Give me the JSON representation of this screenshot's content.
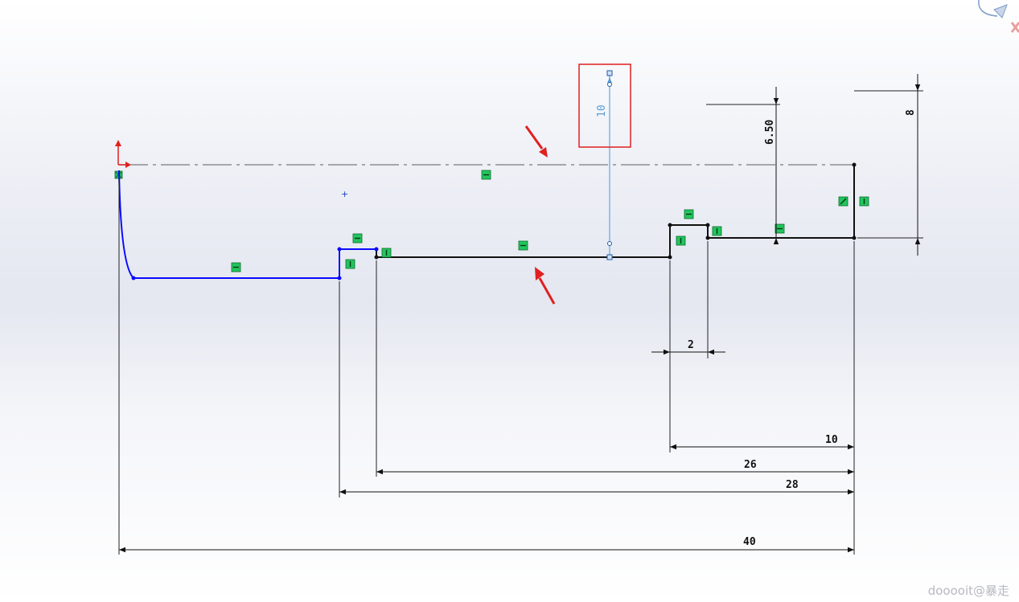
{
  "dimensions": {
    "d_10_vertical": "10",
    "d_6_50": "6.50",
    "d_8": "8",
    "d_2": "2",
    "d_10_horizontal": "10",
    "d_26": "26",
    "d_28": "28",
    "d_40": "40"
  },
  "watermark": "dooooit@暴走",
  "colors": {
    "sketch_line": "#0a0aff",
    "fully_defined": "#111111",
    "relation_badge": "#22c55e",
    "highlight_box": "#e02020",
    "selected_dimension": "#5b9bd5",
    "arrow": "#e02020"
  }
}
